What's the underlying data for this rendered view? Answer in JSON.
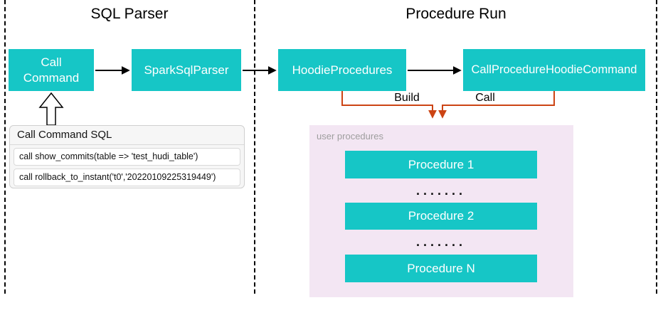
{
  "colors": {
    "teal": "#16c6c6",
    "pink_panel": "#f3e6f3",
    "orange": "#cc4414",
    "muted": "#9e9e9e"
  },
  "sections": {
    "sql_parser": {
      "title": "SQL Parser"
    },
    "procedure_run": {
      "title": "Procedure Run"
    }
  },
  "nodes": {
    "call_command": "Call Command",
    "spark_sql_parser": "SparkSqlParser",
    "hoodie_procedures": "HoodieProcedures",
    "call_procedure_hoodie_command": "CallProcedureHoodieCommand"
  },
  "sql_panel": {
    "title": "Call Command SQL",
    "rows": [
      "call show_commits(table => 'test_hudi_table')",
      "call rollback_to_instant('t0','20220109225319449')"
    ]
  },
  "edges": {
    "build_label": "Build",
    "call_label": "Call"
  },
  "user_procedures": {
    "label": "user procedures",
    "items": [
      "Procedure 1",
      "Procedure 2",
      "Procedure N"
    ],
    "dots": "......."
  }
}
